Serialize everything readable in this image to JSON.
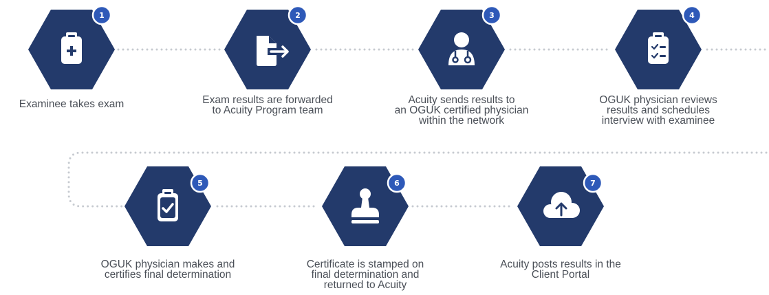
{
  "steps": [
    {
      "number": "1",
      "icon": "clipboard-plus-icon",
      "lines": [
        "Examinee takes exam"
      ]
    },
    {
      "number": "2",
      "icon": "file-forward-icon",
      "lines": [
        "Exam results are forwarded",
        "to Acuity Program team"
      ]
    },
    {
      "number": "3",
      "icon": "physician-icon",
      "lines": [
        "Acuity sends results to",
        "an OGUK certified physician",
        "within the network"
      ]
    },
    {
      "number": "4",
      "icon": "checklist-clipboard-icon",
      "lines": [
        "OGUK physician reviews",
        "results and schedules",
        "interview with examinee"
      ]
    },
    {
      "number": "5",
      "icon": "clipboard-check-icon",
      "lines": [
        "OGUK physician makes and",
        "certifies final determination"
      ]
    },
    {
      "number": "6",
      "icon": "stamp-icon",
      "lines": [
        "Certificate is stamped on",
        "final determination and",
        "returned to Acuity"
      ]
    },
    {
      "number": "7",
      "icon": "cloud-upload-icon",
      "lines": [
        "Acuity posts results in the",
        "Client Portal"
      ]
    }
  ],
  "colors": {
    "hexagon": "#233a6b",
    "badge": "#2e59b8",
    "connector": "#c6cad0",
    "text": "#4a4f57"
  }
}
